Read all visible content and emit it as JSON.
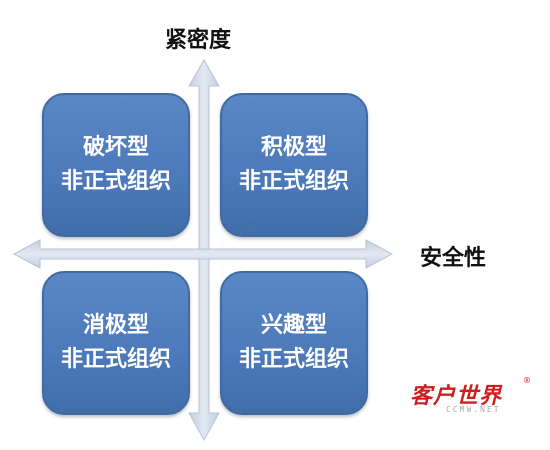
{
  "axes": {
    "vertical_title": "紧密度",
    "horizontal_title": "安全性"
  },
  "quadrants": {
    "top_left": {
      "line1": "破坏型",
      "line2": "非正式组织"
    },
    "top_right": {
      "line1": "积极型",
      "line2": "非正式组织"
    },
    "bottom_left": {
      "line1": "消极型",
      "line2": "非正式组织"
    },
    "bottom_right": {
      "line1": "兴趣型",
      "line2": "非正式组织"
    }
  },
  "watermark": {
    "brand": "客户世界",
    "site": "CCMW.NET",
    "reg": "®"
  },
  "colors": {
    "box_fill": "#4b79b9",
    "box_border": "#3f6aa3",
    "axis_arrow": "#cfd8e6",
    "text_on_box": "#ffffff",
    "brand_red": "#d01e1e"
  }
}
